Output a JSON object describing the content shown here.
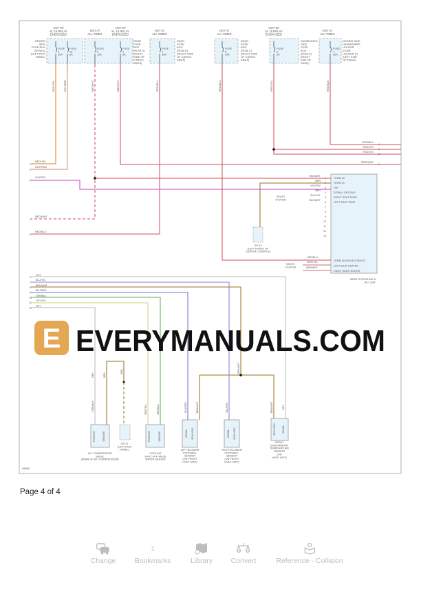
{
  "diagram": {
    "h1": [
      "HOT W/",
      "KL 15 RELAY",
      "ENERGIZED"
    ],
    "h2": [
      "HOT AT",
      "ALL TIMES"
    ],
    "h3": [
      "HOT W/",
      "KL 15 RELAY",
      "ENERGIZED"
    ],
    "h4": [
      "HOT AT",
      "ALL TIMES"
    ],
    "h5": [
      "HOT AT",
      "ALL TIMES"
    ],
    "h6": [
      "HOT W/",
      "KL 15 RELAY",
      "ENERGIZED"
    ],
    "h7": [
      "HOT AT",
      "ALL TIMES"
    ],
    "box1": [
      "DRIVER",
      "SIDE",
      "FUSE BOX",
      "(ROW A)",
      "(LEFT KICK",
      "PANEL)"
    ],
    "box2": [
      "REAR",
      "FUSE",
      "BOX",
      "(ROW D)",
      "(RIGHT",
      "SIDE OF",
      "CARGO",
      "AREA)"
    ],
    "box3": [
      "REAR",
      "FUSE",
      "BOX",
      "(ROW E)",
      "(RIGHT SIDE",
      "OF CARGO",
      "AREA)"
    ],
    "box4": [
      "REAR",
      "FUSE",
      "BOX",
      "(ROW C)",
      "(RIGHT SIDE",
      "OF CARGO",
      "AREA)"
    ],
    "box5": [
      "PASSENGER",
      "SIDE",
      "FUSE",
      "BOX",
      "(ROW A)",
      "(RIGHT",
      "END OF",
      "DASH)"
    ],
    "box6": [
      "DRIVER SIDE",
      "DASHBOARD",
      "HOLDER",
      "(FUSE",
      "HOLDER D)",
      "(LEFT END",
      "OF DASH)"
    ],
    "f1": [
      "FUSE",
      "5",
      "10A"
    ],
    "f2": [
      "FUSE",
      "13",
      "5A"
    ],
    "f3": [
      "FUSE",
      "6",
      "15A"
    ],
    "f4": [
      "FUSE",
      "2",
      "5A"
    ],
    "f5": [
      "FUSE",
      "4",
      "30A"
    ],
    "f6": [
      "FUSE",
      "8",
      "30A"
    ],
    "f7": [
      "FUSE",
      "9",
      "5A"
    ],
    "f8": [
      "FUSE",
      "1",
      "30A"
    ],
    "vw1": [
      "RED/YEL"
    ],
    "vw2": [
      "GRY/RED"
    ],
    "vw3": [
      "RED/WHT"
    ],
    "vw4": [
      "RED/WHT"
    ],
    "vw5": [
      "RED/BLU"
    ],
    "vw6": [
      "RED/BLU"
    ],
    "vw7": [
      "RED/VIO"
    ],
    "vw8": [
      "RED/BLK"
    ],
    "lw1": [
      "RED/YEL"
    ],
    "lw2": [
      "GRY/RED"
    ],
    "lw3": [
      "VIO/GRY"
    ],
    "lw4": [
      "RED/WHT"
    ],
    "lw5": [
      "RED/BLU"
    ],
    "ln1": [
      "1"
    ],
    "ln2": [
      "2"
    ],
    "ln3": [
      "3"
    ],
    "ln4": [
      "4"
    ],
    "ln5": [
      "5"
    ],
    "rw1": [
      "RED/BLK"
    ],
    "rw2": [
      "RED/VIO"
    ],
    "rw3": [
      "RED/VIO"
    ],
    "rw4": [
      "RED/WHT"
    ],
    "rn1": [
      "1"
    ],
    "rn2": [
      "2"
    ],
    "rn3": [
      "3"
    ],
    "rn4": [
      "4"
    ],
    "mw1": [
      "RED/WHT"
    ],
    "mw2": [
      "BRN"
    ],
    "mw3": [
      "VIO/GRY"
    ],
    "mw4": [
      "BRN"
    ],
    "mw5": [
      "BLU/YEL"
    ],
    "mw6": [
      "BLK/WHT"
    ],
    "mp": [
      "TERM 30",
      "TERM 31",
      "LIN",
      "SIGNAL GROUND",
      "RIGHT SEAT TEMP",
      "LEFT SEAT TEMP"
    ],
    "mn": [
      "1",
      "2",
      "3",
      "4",
      "5",
      "6",
      "7",
      "8",
      "9",
      "10",
      "11",
      "12",
      "13"
    ],
    "seats1": [
      "SEATS",
      "SYSTEM"
    ],
    "gp23": [
      "GP-23",
      "(LEFT FRONT OF",
      "CENTER CONSOLE)"
    ],
    "mlw1": [
      "RED/BLU"
    ],
    "mlw2": [
      "BRN/YEL"
    ],
    "mlw3": [
      "BRN/WHT"
    ],
    "mlp": [
      "TERM 30 HEATED SEATS",
      "LEFT SEAT HEATER",
      "RIGHT SEAT HEATER"
    ],
    "seats2": [
      "SEATS",
      "SYSTEM"
    ],
    "module": [
      "REAR OPERATING &",
      "A/C UNIT"
    ],
    "bw6": [
      "GRY"
    ],
    "bw7": [
      "BLU/YEL"
    ],
    "bw8": [
      "BRN/WHT"
    ],
    "bw9": [
      "BLU/RED"
    ],
    "bw10": [
      "GRN/BLK"
    ],
    "bw11": [
      "GRY/YEL"
    ],
    "bw12": [
      "GRY"
    ],
    "bn6": [
      "6"
    ],
    "bn7": [
      "7"
    ],
    "bn8": [
      "8"
    ],
    "bn9": [
      "9"
    ],
    "bn10": [
      "10"
    ],
    "bn11": [
      "11"
    ],
    "bn12": [
      "12"
    ],
    "c_ac": [
      "A/C COMPRESSOR",
      "VALVE",
      "(REAR OF A/C COMPRESSOR)"
    ],
    "c_gp37": [
      "GP-37",
      "(LEFT KICK",
      "PANEL)"
    ],
    "c_cool": [
      "COOLING",
      "SHUT OFF VALVE",
      "WATER HEATER"
    ],
    "c_lb": [
      "LEFT BLOWER",
      "FOOTWELL",
      "SENSOR",
      "(ON FRONT",
      "HVAC UNIT)"
    ],
    "c_rb": [
      "RIGHT BLOWER",
      "FOOTWELL",
      "SENSOR",
      "(ON FRONT",
      "HVAC UNIT)"
    ],
    "c_ev": [
      "FRONT",
      "EVAPORATOR",
      "TEMPERATURE",
      "SENSOR",
      "(ON",
      "HVAC UNIT)"
    ],
    "pin_pos1": [
      "POSITIVE"
    ],
    "pin_gnd1": [
      "GROUND"
    ],
    "pin_pos2": [
      "POSITIVE"
    ],
    "pin_gnd2": [
      "GROUND"
    ],
    "pin_sig1": [
      "SIGNAL"
    ],
    "pin_sg1": [
      "SENS GND"
    ],
    "pin_sig2": [
      "SIGNAL"
    ],
    "pin_sg2": [
      "SENS GND"
    ],
    "pin_sg3": [
      "SENS GND"
    ],
    "pin_sig3": [
      "SIGNAL"
    ],
    "cw_gry": [
      "GRY"
    ],
    "cw_grnblk": [
      "GRN/BLK"
    ],
    "cw_brn1": [
      "BRN"
    ],
    "cw_brn2": [
      "BRN"
    ],
    "cw_gryyel": [
      "GRY/YEL"
    ],
    "cw_grnblk2": [
      "GRN/BLK"
    ],
    "cw_blured": [
      "BLU/RED"
    ],
    "cw_brnwht1": [
      "BRN/WHT"
    ],
    "cw_bluyel": [
      "BLU/YEL"
    ],
    "cw_brnwht2": [
      "BRN/WHT"
    ],
    "cw_brnwht3": [
      "BRN/WHT"
    ],
    "cw_gry2": [
      "GRY"
    ],
    "fig": [
      "58082"
    ]
  },
  "watermark": "EVERYMANUALS.COM",
  "wire_colors": {
    "red": "#d9707a",
    "orange": "#e8964a",
    "violet": "#d36ad8",
    "brown": "#a89048",
    "gray": "#c8c8c8",
    "blue": "#8c8cd8",
    "green": "#7cc070",
    "lavender": "#a990e0"
  },
  "page_indicator": "Page 4 of 4",
  "nav": {
    "items": [
      {
        "label": "Change",
        "icon": "car-change-icon"
      },
      {
        "label": "Bookmarks",
        "count": "1"
      },
      {
        "label": "Library",
        "icon": "book-map-icon"
      },
      {
        "label": "Convert",
        "icon": "scale-icon"
      },
      {
        "label": "Reference - Collision",
        "icon": "reference-icon"
      }
    ]
  }
}
